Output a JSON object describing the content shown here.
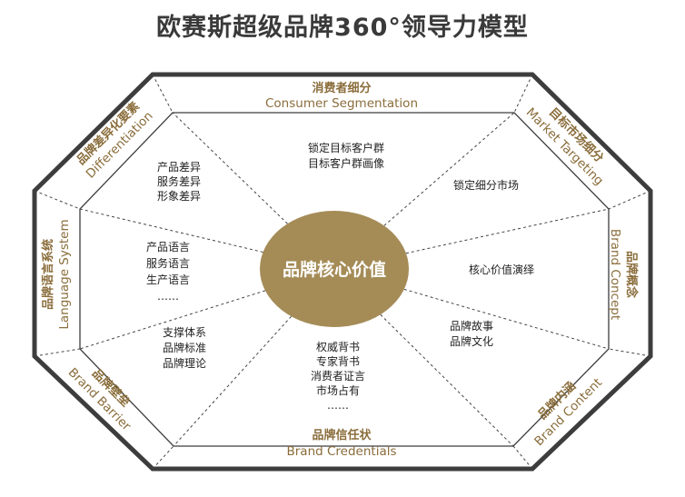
{
  "title": "欧赛斯超级品牌360°领导力模型",
  "colors": {
    "accent": "#8a6d3b",
    "core_fill": "#a58c57",
    "frame": "#3d3d3d"
  },
  "core": "品牌核心价值",
  "segments": [
    {
      "id": "consumer-segmentation",
      "cn": "消费者细分",
      "en": "Consumer Segmentation",
      "items": [
        "锁定目标客户群",
        "目标客户群画像"
      ]
    },
    {
      "id": "market-targeting",
      "cn": "目标市场细分",
      "en": "Market Targeting",
      "items": [
        "锁定细分市场"
      ]
    },
    {
      "id": "brand-concept",
      "cn": "品牌概念",
      "en": "Brand Concept",
      "items": [
        "核心价值演绎"
      ]
    },
    {
      "id": "brand-content",
      "cn": "品牌内涵",
      "en": "Brand Content",
      "items": [
        "品牌故事",
        "品牌文化"
      ]
    },
    {
      "id": "brand-credentials",
      "cn": "品牌信任状",
      "en": "Brand Credentials",
      "items": [
        "权威背书",
        "专家背书",
        "消费者证言",
        "市场占有",
        "……"
      ]
    },
    {
      "id": "brand-barrier",
      "cn": "品牌壁垒",
      "en": "Brand Barrier",
      "items": [
        "支撑体系",
        "品牌标准",
        "品牌理论"
      ]
    },
    {
      "id": "language-system",
      "cn": "品牌语言系统",
      "en": "Language System",
      "items": [
        "产品语言",
        "服务语言",
        "生产语言",
        "……"
      ]
    },
    {
      "id": "differentiation",
      "cn": "品牌差异化要素",
      "en": "Differentiation",
      "items": [
        "产品差异",
        "服务差异",
        "形象差异"
      ]
    }
  ]
}
